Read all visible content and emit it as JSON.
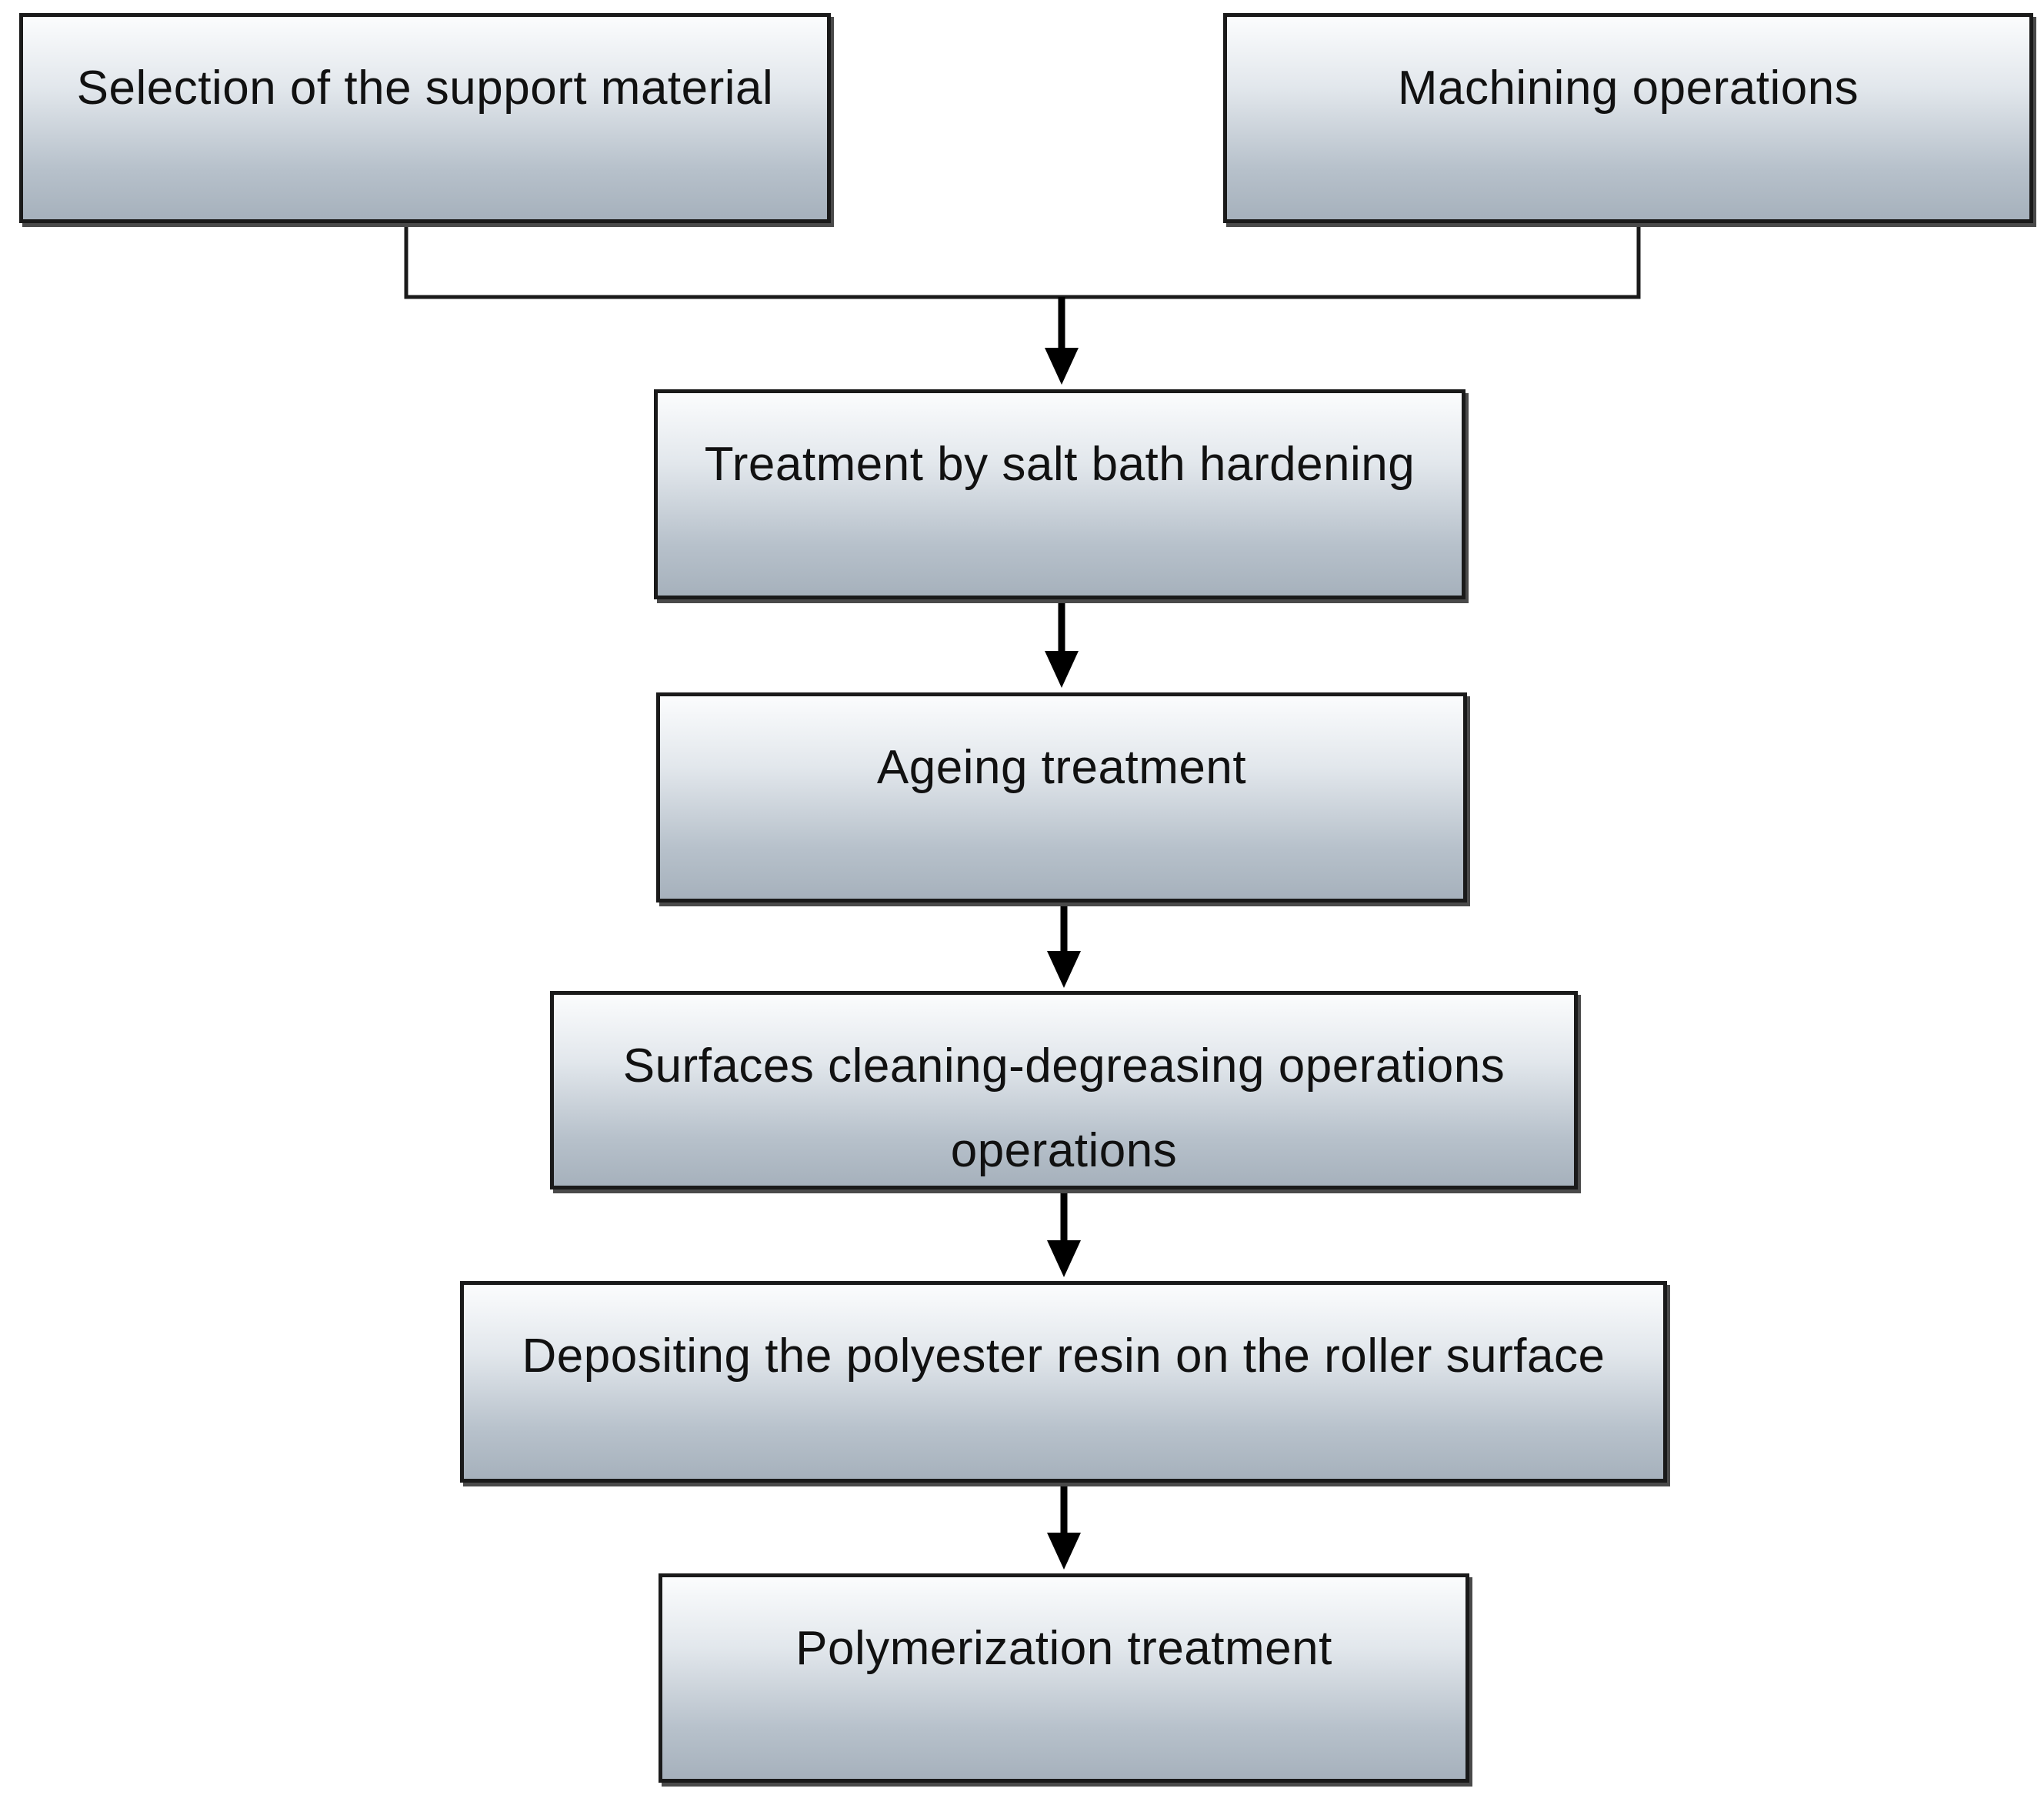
{
  "diagram": {
    "steps": {
      "selection": "Selection of the support material",
      "machining": "Machining operations",
      "salt_bath": "Treatment by salt bath hardening",
      "ageing": "Ageing treatment",
      "cleaning": "Surfaces cleaning-degreasing operations operations",
      "depositing": "Depositing the polyester resin on the roller surface",
      "polymerization": "Polymerization treatment"
    },
    "colors": {
      "box_top": "#fbfcfd",
      "box_bottom": "#a6b1bc",
      "border": "#1a1a1a",
      "arrow": "#000000"
    }
  }
}
